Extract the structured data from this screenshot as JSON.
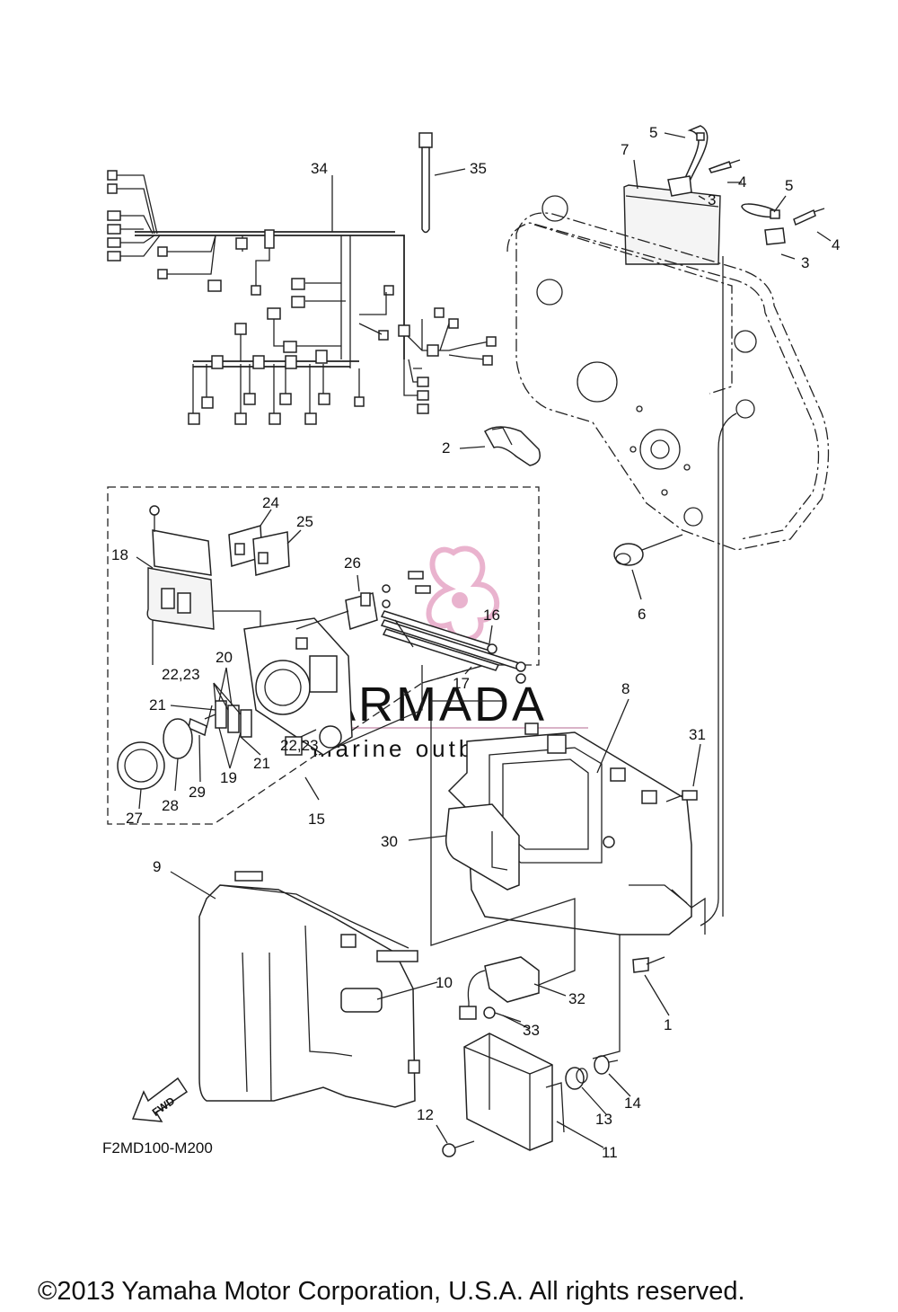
{
  "diagram_code": "F2MD100-M200",
  "copyright": "©2013 Yamaha Motor Corporation, U.S.A. All rights reserved.",
  "watermark": {
    "brand": "ARMADA",
    "tagline": "marine outboards"
  },
  "fwd_label": "FWD",
  "callouts": {
    "c1": "1",
    "c2": "2",
    "c3a": "3",
    "c3b": "3",
    "c4a": "4",
    "c4b": "4",
    "c5a": "5",
    "c5b": "5",
    "c6": "6",
    "c7": "7",
    "c8": "8",
    "c9": "9",
    "c10": "10",
    "c11": "11",
    "c12": "12",
    "c13": "13",
    "c14": "14",
    "c15": "15",
    "c16": "16",
    "c17": "17",
    "c18": "18",
    "c19": "19",
    "c20": "20",
    "c21a": "21",
    "c21b": "21",
    "c2223a": "22,23",
    "c2223b": "22,23",
    "c24": "24",
    "c25": "25",
    "c26": "26",
    "c27": "27",
    "c28": "28",
    "c29": "29",
    "c30": "30",
    "c31": "31",
    "c32": "32",
    "c33": "33",
    "c34": "34",
    "c35": "35"
  }
}
